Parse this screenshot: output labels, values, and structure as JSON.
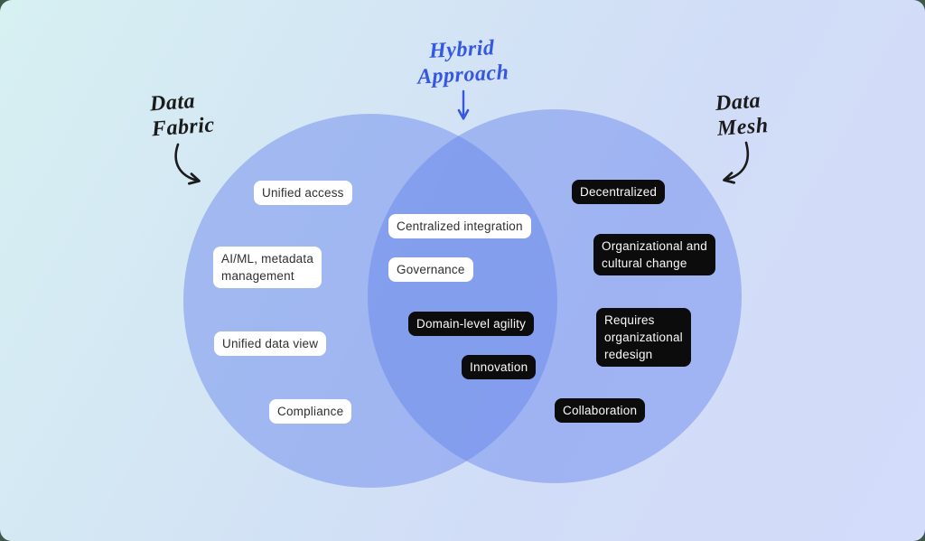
{
  "venn": {
    "left_set": {
      "name": "Data Fabric",
      "label_text": "Data\nFabric",
      "items": {
        "unified_access": "Unified access",
        "ai_ml": "AI/ML, metadata\nmanagement",
        "unified_data_view": "Unified data view",
        "compliance": "Compliance"
      }
    },
    "overlap": {
      "name": "Hybrid Approach",
      "label_text": "Hybrid\nApproach",
      "items": {
        "centralized_integration": "Centralized integration",
        "governance": "Governance",
        "domain_level_agility": "Domain-level agility",
        "innovation": "Innovation"
      }
    },
    "right_set": {
      "name": "Data Mesh",
      "label_text": "Data\nMesh",
      "items": {
        "decentralized": "Decentralized",
        "org_cultural_change": "Organizational and\ncultural change",
        "requires_redesign": "Requires\norganizational\nredesign",
        "collaboration": "Collaboration"
      }
    },
    "colors": {
      "circle_fill": "rgba(100,130,236,0.46)",
      "overlap_visible": "#8299f0",
      "single_circle_visible": "#a3b9f2",
      "accent_blue": "#3557e2",
      "handwriting_black": "#1b1b1b",
      "pill_dark_bg": "#0c0c0c",
      "pill_light_bg": "#ffffff",
      "bg_gradient_start": "#d7f0f2",
      "bg_gradient_end": "#d3dcfa",
      "outer_frame": "#3e594a"
    }
  }
}
